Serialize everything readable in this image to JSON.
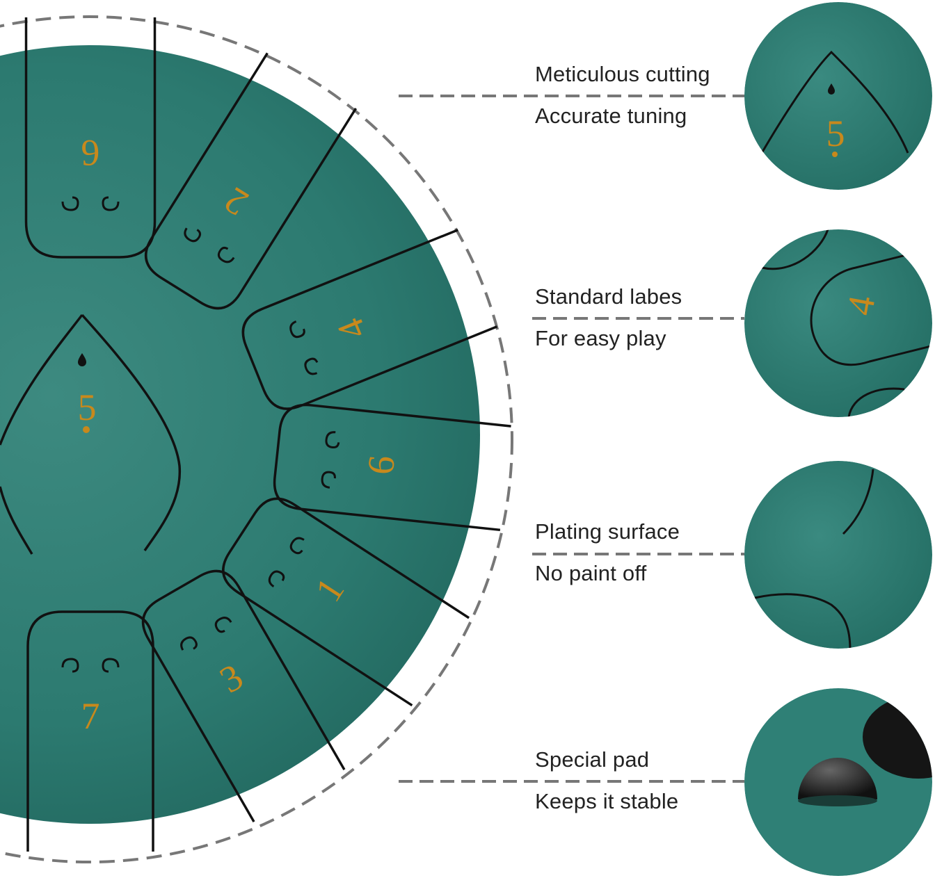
{
  "features": [
    {
      "title": "Meticulous cutting",
      "subtitle": "Accurate tuning"
    },
    {
      "title": "Standard labes",
      "subtitle": "For easy play"
    },
    {
      "title": "Plating surface",
      "subtitle": "No paint off"
    },
    {
      "title": "Special pad",
      "subtitle": "Keeps it stable"
    }
  ],
  "drum": {
    "center_note": "5",
    "tongue_notes": [
      "6",
      "2",
      "4",
      "6",
      "1",
      "3",
      "7"
    ],
    "color": "#2c7a70",
    "note_color": "#c8891c"
  },
  "details": {
    "cutting_note": "5",
    "label_note": "4"
  }
}
